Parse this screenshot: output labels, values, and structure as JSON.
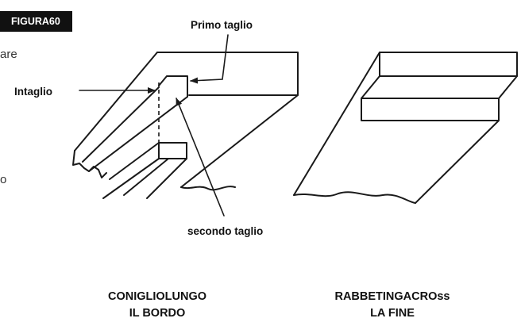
{
  "figure": {
    "badge": "FIGURA60",
    "side_text_top": "are",
    "side_text_bottom": "o"
  },
  "labels": {
    "primo_taglio": "Primo taglio",
    "intaglio": "Intaglio",
    "secondo_taglio": "secondo taglio"
  },
  "captions": {
    "left_line1": "CONIGLIOLUNGO",
    "left_line2": "IL BORDO",
    "right_line1": "RABBETINGACROss",
    "right_line2": "LA FINE"
  }
}
